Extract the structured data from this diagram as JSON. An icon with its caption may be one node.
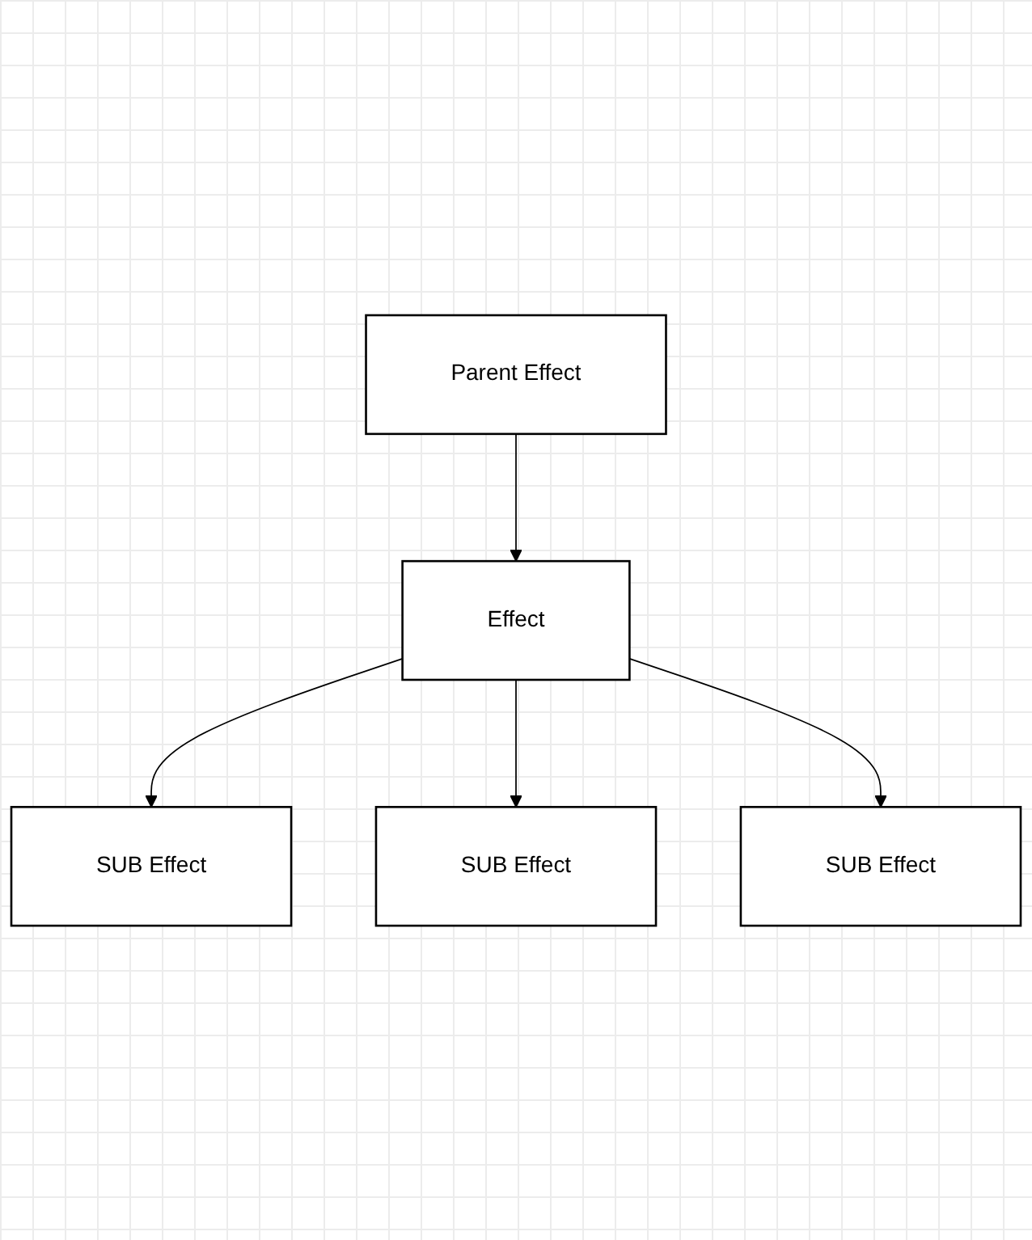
{
  "diagram": {
    "nodes": [
      {
        "text": [
          "Parent Effect"
        ]
      },
      {
        "text": [
          "Effect"
        ]
      },
      {
        "text": [
          "SUB Effect"
        ]
      },
      {
        "text": [
          "SUB Effect"
        ]
      },
      {
        "text": [
          "SUB Effect"
        ]
      }
    ],
    "edges": [
      {
        "from": 0,
        "to": 1,
        "arrow": "to"
      },
      {
        "from": 1,
        "to": 2,
        "arrow": "to"
      },
      {
        "from": 1,
        "to": 4,
        "arrow": "to"
      },
      {
        "from": 1,
        "to": 3,
        "arrow": "to"
      }
    ]
  }
}
